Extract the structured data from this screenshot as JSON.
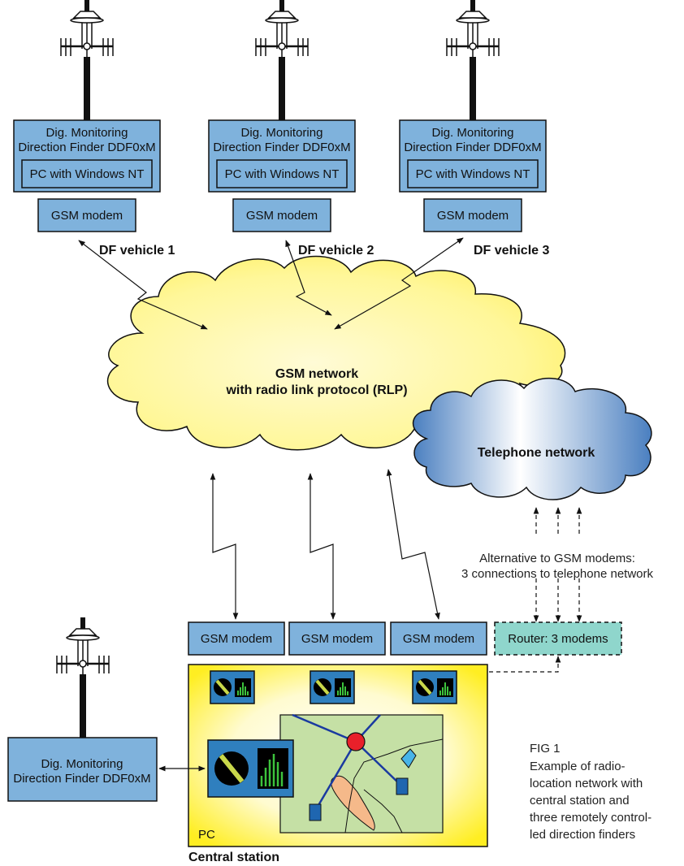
{
  "df_units": [
    {
      "title_line1": "Dig. Monitoring",
      "title_line2": "Direction Finder DDF0xM",
      "pc_label": "PC with Windows NT",
      "modem_label": "GSM modem",
      "vehicle_label": "DF vehicle 1"
    },
    {
      "title_line1": "Dig. Monitoring",
      "title_line2": "Direction Finder DDF0xM",
      "pc_label": "PC with Windows NT",
      "modem_label": "GSM modem",
      "vehicle_label": "DF vehicle 2"
    },
    {
      "title_line1": "Dig. Monitoring",
      "title_line2": "Direction Finder DDF0xM",
      "pc_label": "PC with Windows NT",
      "modem_label": "GSM modem",
      "vehicle_label": "DF vehicle 3"
    }
  ],
  "gsm_cloud": {
    "line1": "GSM network",
    "line2": "with radio link protocol (RLP)"
  },
  "phone_cloud": {
    "label": "Telephone network"
  },
  "alternative_note": {
    "line1": "Alternative to GSM modems:",
    "line2": "3 connections to telephone network"
  },
  "central_modems": [
    "GSM modem",
    "GSM modem",
    "GSM modem"
  ],
  "router_label": "Router: 3 modems",
  "local_df": {
    "line1": "Dig. Monitoring",
    "line2": "Direction Finder DDF0xM"
  },
  "pc_label": "PC",
  "central_station_label": "Central station",
  "caption": {
    "fig": "FIG  1",
    "lines": [
      "Example of radio-",
      "location network with",
      "central station and",
      "three remotely control-",
      "led direction finders"
    ]
  },
  "colors": {
    "box_blue": "#7fb2dc",
    "gsm_cloud": "#fff799",
    "phone_cloud": "#5d8fc8",
    "router": "#8fd6cc",
    "central_yellow": "#ffee22",
    "map_green": "#c5e0a5",
    "red_node": "#e8202a",
    "station_square": "#1f66b0"
  }
}
